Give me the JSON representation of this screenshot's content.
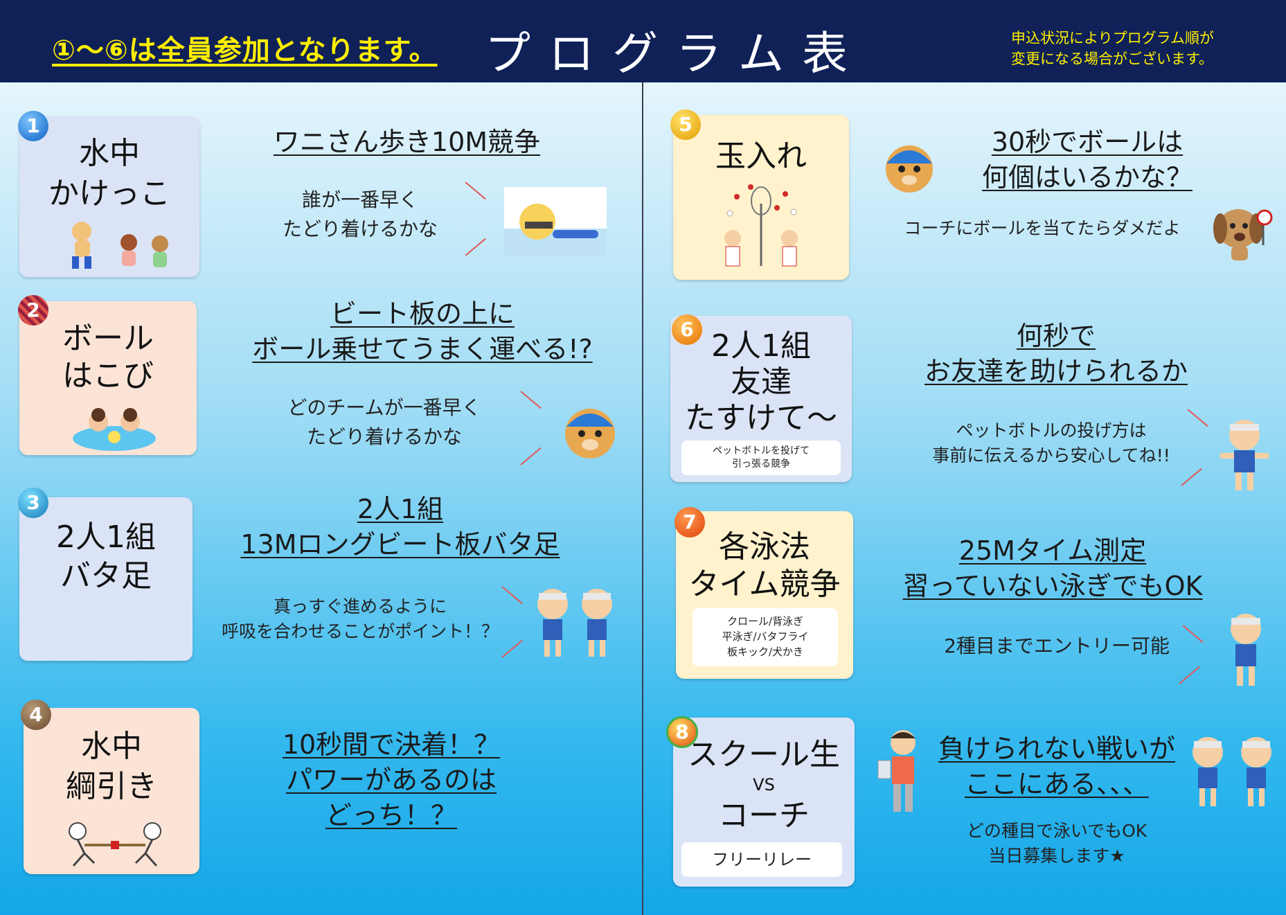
{
  "header": {
    "note": "①〜⑥は全員参加となります。",
    "title": "プログラム表",
    "side_line1": "申込状況によりプログラム順が",
    "side_line2": "変更になる場合がございます。"
  },
  "programs": [
    {
      "number": "1",
      "title": [
        "水中",
        "かけっこ"
      ],
      "heading": [
        "ワニさん歩き10M競争"
      ],
      "body": [
        "誰が一番早く",
        "たどり着けるかな"
      ]
    },
    {
      "number": "2",
      "title": [
        "ボール",
        "はこび"
      ],
      "heading": [
        "ビート板の上に",
        "ボール乗せてうまく運べる!?"
      ],
      "body": [
        "どのチームが一番早く",
        "たどり着けるかな"
      ]
    },
    {
      "number": "3",
      "title": [
        "2人1組",
        "バタ足"
      ],
      "heading": [
        "2人1組",
        "13Mロングビート板バタ足"
      ],
      "body": [
        "真っすぐ進めるように",
        "呼吸を合わせることがポイント！？"
      ]
    },
    {
      "number": "4",
      "title": [
        "水中",
        "綱引き"
      ],
      "heading": [
        "10秒間で決着！？",
        "パワーがあるのは",
        "どっち！？"
      ],
      "body": []
    },
    {
      "number": "5",
      "title": [
        "玉入れ"
      ],
      "heading": [
        "30秒でボールは",
        "何個はいるかな？"
      ],
      "body": [
        "コーチにボールを当てたらダメだよ"
      ]
    },
    {
      "number": "6",
      "title": [
        "2人1組",
        "友達",
        "たすけて〜"
      ],
      "subtitle": [
        "ペットボトルを投げて",
        "引っ張る競争"
      ],
      "heading": [
        "何秒で",
        "お友達を助けられるか"
      ],
      "body": [
        "ペットボトルの投げ方は",
        "事前に伝えるから安心してね!!"
      ]
    },
    {
      "number": "7",
      "title": [
        "各泳法",
        "タイム競争"
      ],
      "subtitle": [
        "クロール/背泳ぎ",
        "平泳ぎ/バタフライ",
        "板キック/犬かき"
      ],
      "heading": [
        "25Mタイム測定",
        "習っていない泳ぎでもOK"
      ],
      "body": [
        "2種目までエントリー可能"
      ]
    },
    {
      "number": "8",
      "title": [
        "スクール生",
        "VS",
        "コーチ"
      ],
      "subtitle": [
        "フリーリレー"
      ],
      "heading": [
        "負けられない戦いが",
        "ここにある、、、"
      ],
      "body": [
        "どの種目で泳いでもOK",
        "当日募集します★"
      ]
    }
  ],
  "colors": {
    "header_bg": "#0f2157",
    "header_accent": "#ffee00",
    "card_blue": "#dbe4f6",
    "card_peach": "#fbe4d6",
    "card_cream": "#fff2cc"
  }
}
